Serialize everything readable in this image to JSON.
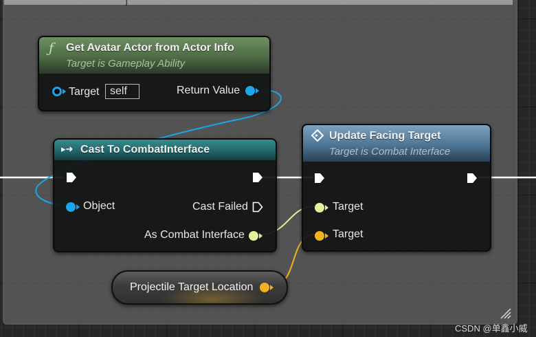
{
  "colors": {
    "exec": "#ffffff",
    "object_pin": "#1aa6e8",
    "interface_pin": "#e1f29a",
    "vector_pin": "#f2b21f",
    "pure_function_header": "#5d7d52",
    "cast_header": "#24777b",
    "interface_header": "#6387a6"
  },
  "nodes": {
    "get_avatar": {
      "icon": "function-icon",
      "icon_glyph": "ƒ",
      "title": "Get Avatar Actor from Actor Info",
      "subtitle": "Target is Gameplay Ability",
      "target_label": "Target",
      "target_default": "self",
      "return_label": "Return Value"
    },
    "cast": {
      "icon": "cast-icon",
      "icon_glyph": "▸➜",
      "title": "Cast To CombatInterface",
      "object_label": "Object",
      "cast_failed_label": "Cast Failed",
      "as_label": "As Combat Interface"
    },
    "update_facing": {
      "icon": "interface-message-icon",
      "icon_glyph": "◇",
      "title": "Update Facing Target",
      "subtitle": "Target is Combat Interface",
      "target_label": "Target",
      "target2_label": "Target"
    },
    "variable": {
      "label": "Projectile Target Location"
    }
  },
  "topbar": {
    "fragment": "]"
  },
  "watermark": "CSDN @单鑫小威"
}
